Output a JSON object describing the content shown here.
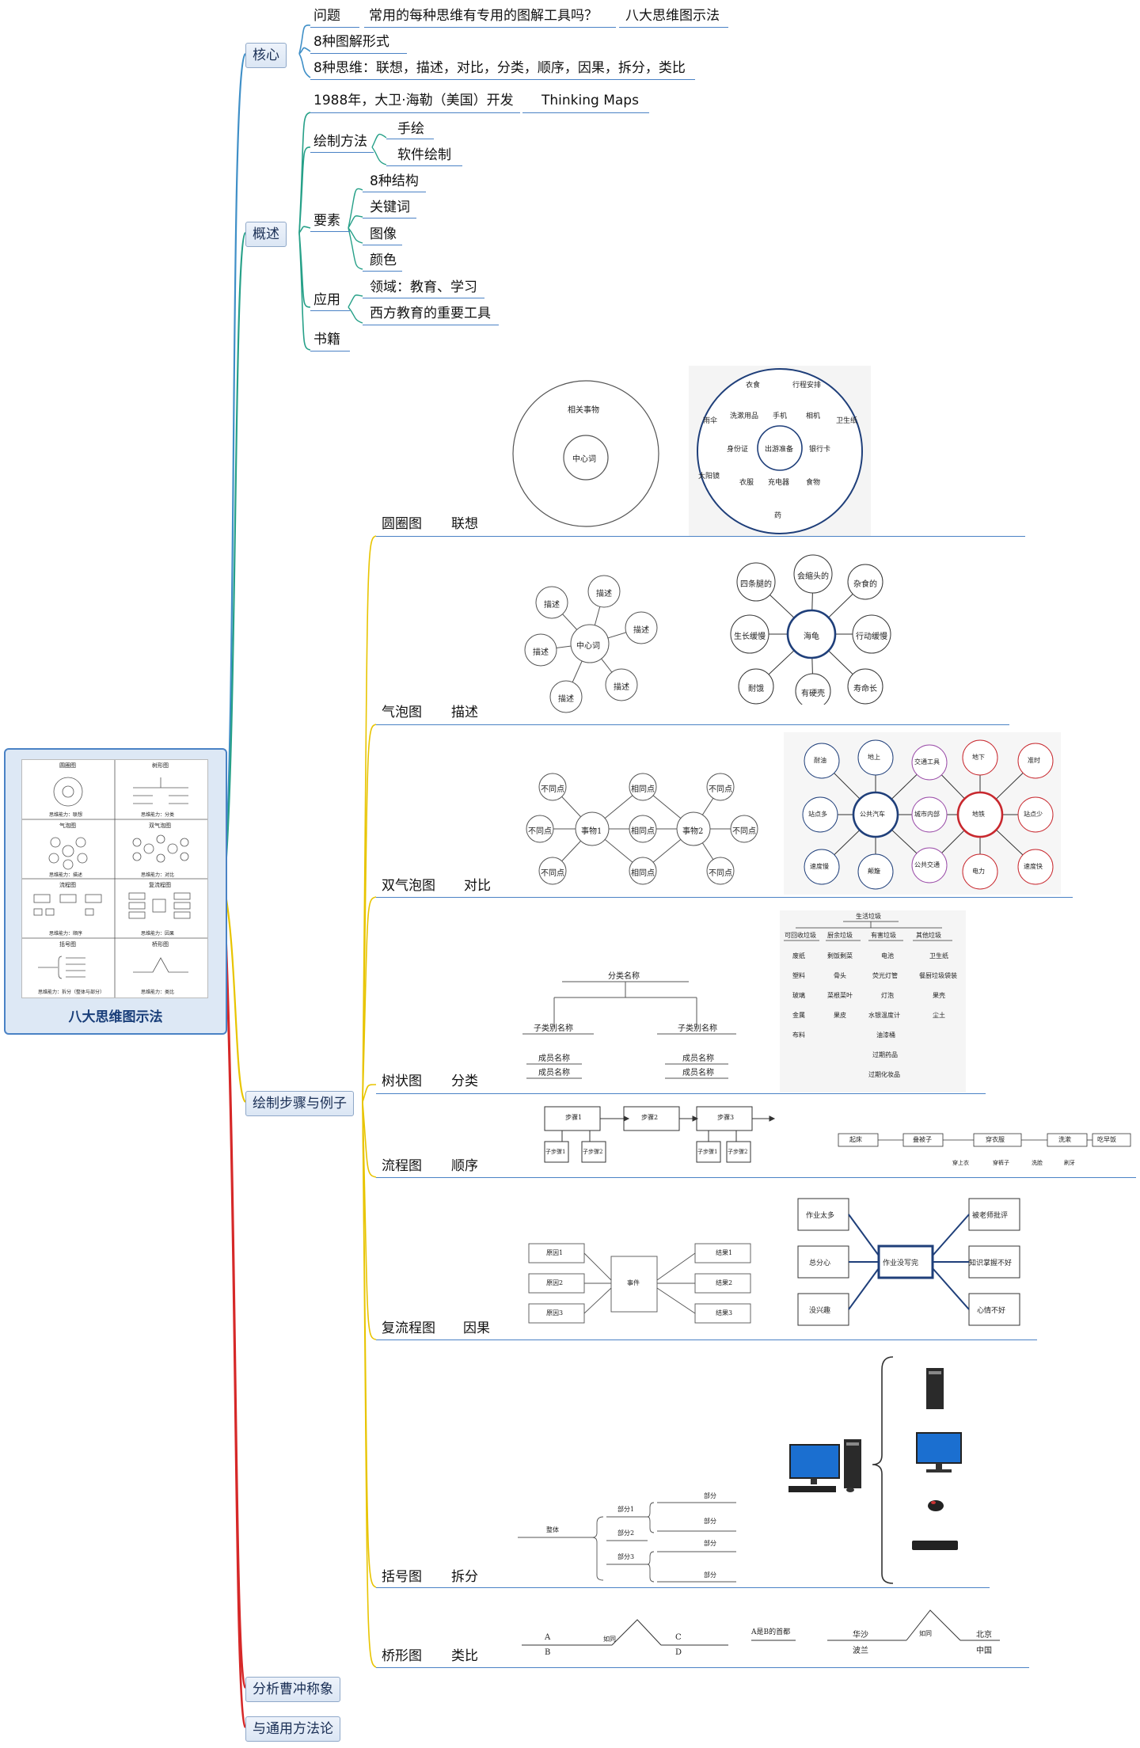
{
  "root": {
    "label": "八大思维图示法"
  },
  "root_image": {
    "cells": [
      {
        "title": "圆圈图",
        "caption": "思维能力：联想"
      },
      {
        "title": "树形图",
        "caption": "思维能力：分类"
      },
      {
        "title": "气泡图",
        "caption": "思维能力：描述"
      },
      {
        "title": "双气泡图",
        "caption": "思维能力：对比"
      },
      {
        "title": "流程图",
        "caption": "思维能力：顺序"
      },
      {
        "title": "复流程图",
        "caption": "思维能力：因果"
      },
      {
        "title": "括号图",
        "caption": "思维能力：拆分（整体与部分）"
      },
      {
        "title": "桥形图",
        "caption": "思维能力：类比"
      }
    ]
  },
  "branches": {
    "core": "核心",
    "overview": "概述",
    "steps": "绘制步骤与例子",
    "analysis": "分析曹冲称象",
    "general": "与通用方法论"
  },
  "core": {
    "q_label": "问题",
    "q_text": "常用的每种思维有专用的图解工具吗？",
    "q_answer": "八大思维图示法",
    "forms": "8种图解形式",
    "thinking": "8种思维：联想，描述，对比，分类，顺序，因果，拆分，类比"
  },
  "overview": {
    "origin": "1988年，大卫·海勒（美国）开发",
    "origin_name": "Thinking Maps",
    "draw_method": "绘制方法",
    "hand": "手绘",
    "software": "软件绘制",
    "elements": "要素",
    "el_items": [
      "8种结构",
      "关键词",
      "图像",
      "颜色"
    ],
    "application": "应用",
    "app_items": [
      "领域：教育、学习",
      "西方教育的重要工具"
    ],
    "books": "书籍"
  },
  "maps": [
    {
      "name": "圆圈图",
      "ability": "联想"
    },
    {
      "name": "气泡图",
      "ability": "描述"
    },
    {
      "name": "双气泡图",
      "ability": "对比"
    },
    {
      "name": "树状图",
      "ability": "分类"
    },
    {
      "name": "流程图",
      "ability": "顺序"
    },
    {
      "name": "复流程图",
      "ability": "因果"
    },
    {
      "name": "括号图",
      "ability": "拆分"
    },
    {
      "name": "桥形图",
      "ability": "类比"
    }
  ],
  "examples": {
    "circle_template": {
      "outer": "相关事物",
      "center": "中心词"
    },
    "circle_example": {
      "center": "出游准备",
      "items": [
        "衣食",
        "行程安排",
        "洗漱用品",
        "手机",
        "相机",
        "卫生纸",
        "雨伞",
        "身份证",
        "银行卡",
        "太阳镜",
        "衣服",
        "充电器",
        "食物",
        "药"
      ]
    },
    "bubble_template": {
      "center": "中心词",
      "items": [
        "描述",
        "描述",
        "描述",
        "描述",
        "描述",
        "描述"
      ]
    },
    "bubble_example": {
      "center": "海龟",
      "items": [
        "四条腿的",
        "会缩头的",
        "杂食的",
        "生长缓慢",
        "行动缓慢",
        "耐饿",
        "有硬壳",
        "寿命长"
      ]
    },
    "double_template": {
      "left": "事物1",
      "right": "事物2",
      "same": "相同点",
      "diff": "不同点"
    },
    "double_example": {
      "left": "公共汽车",
      "right": "地铁",
      "left_items": [
        "耐油",
        "地上",
        "站点多",
        "速度慢",
        "颠簸"
      ],
      "mid_items": [
        "交通工具",
        "城市内部",
        "公共交通"
      ],
      "right_items": [
        "地下",
        "准时",
        "站点少",
        "电力",
        "速度快"
      ]
    },
    "tree_template": {
      "top": "分类名称",
      "sub": "子类别名称",
      "member": "成员名称"
    },
    "tree_example": {
      "top": "生活垃圾",
      "cols": [
        {
          "head": "可回收垃圾",
          "items": [
            "废纸",
            "塑料",
            "玻璃",
            "金属",
            "布料"
          ]
        },
        {
          "head": "厨余垃圾",
          "items": [
            "剩饭剩菜",
            "骨头",
            "菜根菜叶",
            "果皮"
          ]
        },
        {
          "head": "有害垃圾",
          "items": [
            "电池",
            "荧光灯管",
            "灯泡",
            "水银温度计",
            "油漆桶",
            "过期药品",
            "过期化妆品"
          ]
        },
        {
          "head": "其他垃圾",
          "items": [
            "卫生纸",
            "餐厨垃圾袋装",
            "果壳",
            "尘土"
          ]
        }
      ]
    },
    "flow_template": {
      "steps": [
        "步骤1",
        "步骤2",
        "步骤3"
      ],
      "subs": [
        "子步骤1",
        "子步骤2"
      ]
    },
    "flow_example": {
      "steps": [
        "起床",
        "叠被子",
        "穿衣服",
        "洗漱",
        "吃早饭"
      ],
      "subs": [
        "穿上衣",
        "穿裤子",
        "洗脸",
        "刷牙"
      ]
    },
    "multi_template": {
      "event": "事件",
      "causes": [
        "原因1",
        "原因2",
        "原因3"
      ],
      "results": [
        "结果1",
        "结果2",
        "结果3"
      ]
    },
    "multi_example": {
      "event": "作业没写完",
      "causes": [
        "作业太多",
        "总分心",
        "没兴趣"
      ],
      "results": [
        "被老师批评",
        "知识掌握不好",
        "心情不好"
      ]
    },
    "brace_template": {
      "whole": "整体",
      "parts": [
        "部分1",
        "部分2",
        "部分3"
      ],
      "sub": "部分"
    },
    "bridge_template": {
      "a": "A",
      "b": "B",
      "c": "C",
      "d": "D",
      "as": "如同"
    },
    "bridge_example": {
      "rel": "A是B的首都",
      "a": "华沙",
      "b": "波兰",
      "c": "北京",
      "d": "中国",
      "as": "如同"
    }
  },
  "colors": {
    "accent": "#4a82c5",
    "core_line": "#4a9fc8",
    "overview_line": "#27a08a",
    "steps_line": "#e8c400",
    "analysis_line": "#d62828",
    "circle_blue": "#1f3f7a",
    "purple": "#9a4ca8",
    "red": "#c8282e"
  }
}
